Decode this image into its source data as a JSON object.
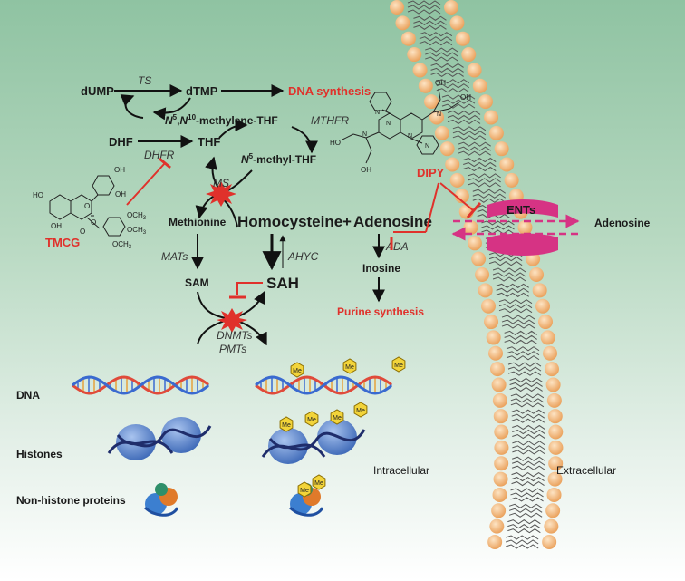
{
  "metabolites": {
    "dump": "dUMP",
    "dtmp": "dTMP",
    "dhf": "DHF",
    "thf": "THF",
    "methylene_thf": "-methylene-THF",
    "methyl_thf": "-methyl-THF",
    "n5": "N",
    "n5_sup": "5",
    "n10": "N",
    "n10_sup": "10",
    "methionine": "Methionine",
    "homocysteine": "Homocysteine",
    "plus": "+",
    "adenosine": "Adenosine",
    "adenosine_out": "Adenosine",
    "sam": "SAM",
    "sah": "SAH",
    "inosine": "Inosine"
  },
  "enzymes": {
    "ts": "TS",
    "dhfr": "DHFR",
    "mthfr": "MTHFR",
    "ms": "MS",
    "mats": "MATs",
    "ahyc": "AHYC",
    "ada": "ADA",
    "dnmts": "DNMTs",
    "pmts": "PMTs",
    "ents": "ENTs"
  },
  "outputs": {
    "dna_synthesis": "DNA synthesis",
    "purine_synthesis": "Purine synthesis"
  },
  "inhibitors": {
    "tmcg": "TMCG",
    "dipy": "DIPY",
    "tmcg_groups": [
      "OCH",
      "OCH",
      "OCH"
    ],
    "tmcg_sub": "3",
    "tmcg_oh": [
      "OH",
      "OH",
      "HO",
      "OH"
    ],
    "tmcg_o": [
      "O",
      "O",
      "O"
    ],
    "dipy_oh": [
      "OH",
      "OH",
      "HO",
      "OH"
    ],
    "dipy_n": "N"
  },
  "rows": {
    "dna": "DNA",
    "histones": "Histones",
    "non_histone": "Non-histone proteins"
  },
  "marks": {
    "me": "Me"
  },
  "regions": {
    "intracellular": "Intracellular",
    "extracellular": "Extracellular"
  },
  "colors": {
    "inhibitor": "#e0312b",
    "transporter": "#d63384",
    "membrane_head": "#f6c48c",
    "helix_a": "#e04a3a",
    "helix_b": "#3a6ad0"
  }
}
